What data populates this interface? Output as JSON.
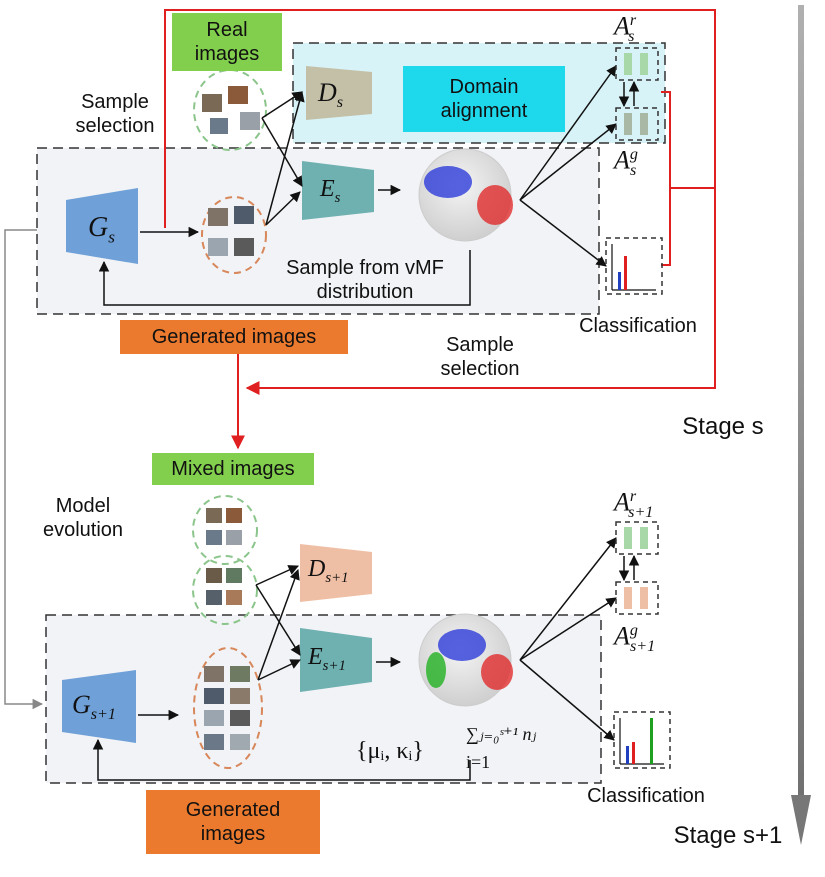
{
  "stage_s": {
    "real_images": "Real\nimages",
    "sample_selection_left": "Sample\nselection",
    "domain_alignment": "Domain\nalignment",
    "sample_from_vmf": "Sample from vMF\ndistribution",
    "generated_images": "Generated images",
    "sample_selection_right": "Sample\nselection",
    "classification": "Classification",
    "stage_label": "Stage s",
    "G": "G",
    "G_sub": "s",
    "D": "D",
    "D_sub": "s",
    "E": "E",
    "E_sub": "s",
    "A": "A",
    "A_r_sup": "r",
    "A_g_sup": "g",
    "A_sub": "s"
  },
  "stage_s1": {
    "mixed_images": "Mixed images",
    "model_evolution": "Model\nevolution",
    "generated_images": "Generated\nimages",
    "classification": "Classification",
    "stage_label": "Stage s+1",
    "G": "G",
    "G_sub": "s+1",
    "D": "D",
    "D_sub": "s+1",
    "E": "E",
    "E_sub": "s+1",
    "A": "A",
    "A_r_sup": "r",
    "A_g_sup": "g",
    "A_sub": "s+1",
    "vmf_params": "{μᵢ, κᵢ}",
    "vmf_upper": "∑ⱼ₌₀ˢ⁺¹ nⱼ",
    "vmf_lower": "i=1"
  },
  "colors": {
    "generator": "#6fa0d8",
    "discriminator_s": "#c4c0a8",
    "discriminator_s1": "#efbfa5",
    "encoder": "#6fb0b0",
    "domain_panel": "#d8f3f8",
    "domain_alignment_box": "#1ed8ec",
    "green_tag": "#82cf4e",
    "orange_tag": "#ec7a2e",
    "red_arrow": "#e02020",
    "stage_panel": "#f1f3f6"
  }
}
